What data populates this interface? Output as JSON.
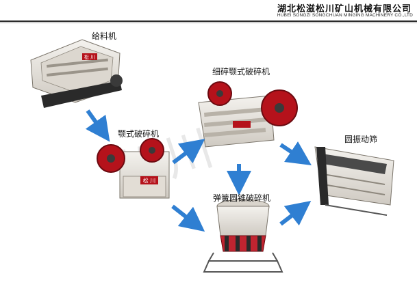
{
  "header": {
    "company_cn": "湖北松滋松川矿山机械有限公司",
    "company_en": "HUBEI SONGZI SONGCHUAN MINGING MACHINERY CO.,LTD"
  },
  "machines": {
    "feeder": "给料机",
    "jaw_crusher": "颚式破碎机",
    "fine_jaw_crusher": "细碎颚式破碎机",
    "spring_cone_crusher": "弹簧圆锥破碎机",
    "vibrating_screen": "圆振动筛"
  },
  "watermark": "松川",
  "plate_text": "松 川",
  "colors": {
    "arrow": "#2f7fd2",
    "flywheel": "#b5121b",
    "body": "#e9e6e0"
  }
}
